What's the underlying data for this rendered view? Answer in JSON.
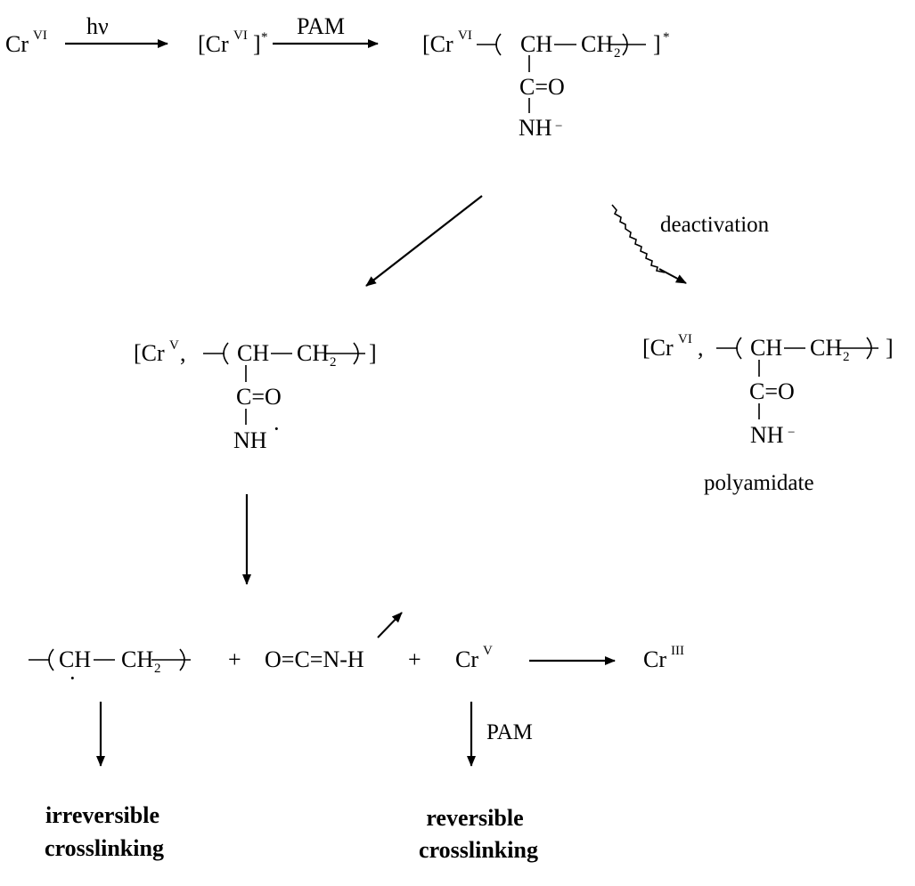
{
  "step1": {
    "reactant": "Cr",
    "reactant_ox": "VI",
    "arrow_label": "hν",
    "excited_prefix": "[Cr",
    "excited_ox": "VI",
    "excited_suffix": "]",
    "excited_star": "*",
    "arrow2_label": "PAM"
  },
  "complex_excited": {
    "prefix": "[Cr",
    "ox": "VI",
    "chain_ch": "CH",
    "chain_ch2": "CH",
    "sub2": "2",
    "suffix": "]",
    "star": "*",
    "carbonyl": "C=O",
    "amide": "NH",
    "charge": "−"
  },
  "deactivation": {
    "label": "deactivation"
  },
  "radical_complex": {
    "prefix": "[Cr",
    "ox": "V",
    "comma": ",",
    "chain_ch": "CH",
    "chain_ch2": "CH",
    "sub2": "2",
    "suffix": "]",
    "carbonyl": "C=O",
    "amide": "NH",
    "radical_dot": "·"
  },
  "polyamidate": {
    "prefix": "[Cr",
    "ox": "VI",
    "comma": ",",
    "chain_ch": "CH",
    "chain_ch2": "CH",
    "sub2": "2",
    "suffix": "]",
    "carbonyl": "C=O",
    "amide": "NH",
    "charge": "−",
    "caption": "polyamidate"
  },
  "products": {
    "chain_ch": "CH",
    "chain_ch2": "CH",
    "sub2": "2",
    "radical_dot": "·",
    "plus1": "+",
    "isocyanate": "O=C=N-H",
    "plus2": "+",
    "cr": "Cr",
    "cr_ox": "V",
    "final_cr": "Cr",
    "final_ox": "III",
    "pam_label": "PAM"
  },
  "outcomes": {
    "irreversible_line1": "irreversible",
    "irreversible_line2": "crosslinking",
    "reversible_line1": "reversible",
    "reversible_line2": "crosslinking"
  }
}
